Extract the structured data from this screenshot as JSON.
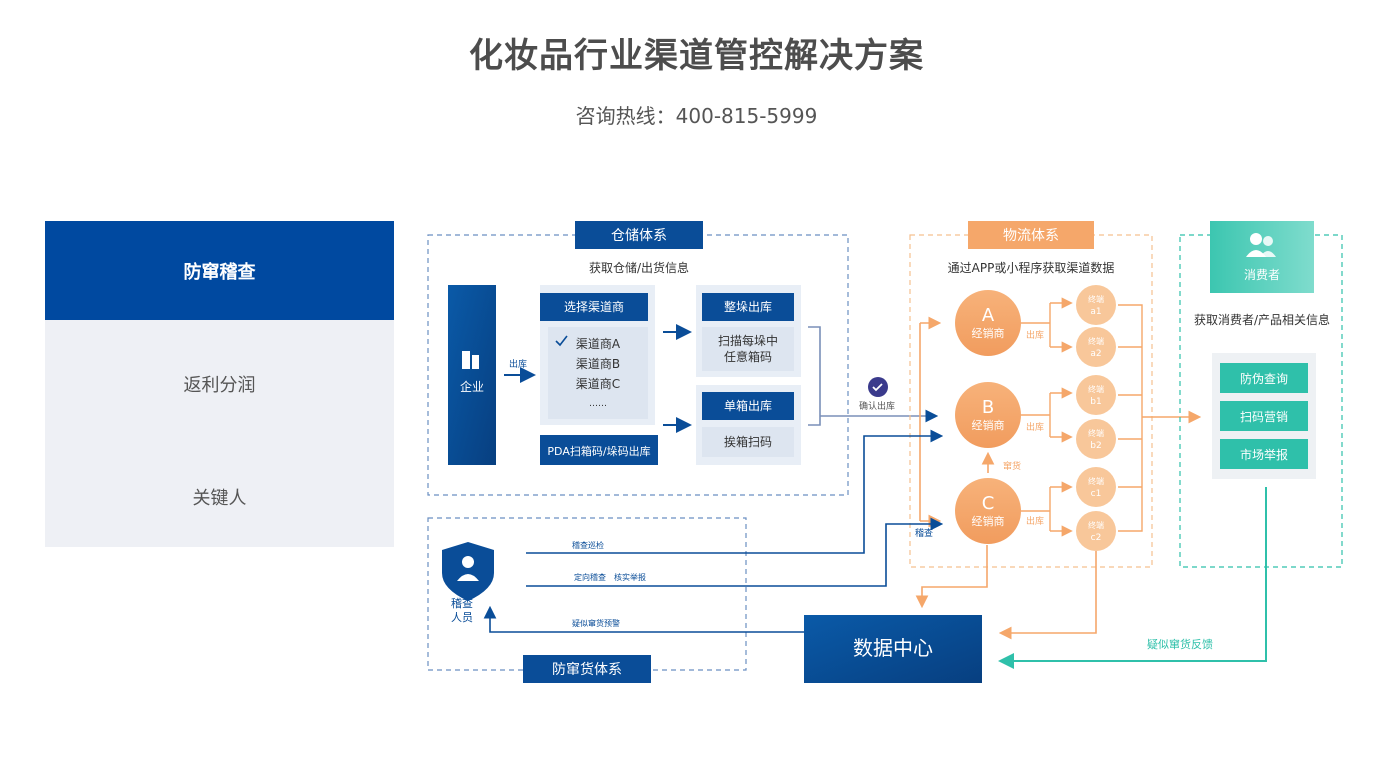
{
  "page": {
    "title": "化妆品行业渠道管控解决方案",
    "hotline": "咨询热线：400-815-5999"
  },
  "tabs": [
    {
      "label": "防窜稽查",
      "active": true
    },
    {
      "label": "返利分润",
      "active": false
    },
    {
      "label": "关键人",
      "active": false
    }
  ],
  "diagram": {
    "warehouse": {
      "title": "仓储体系",
      "subtitle": "获取仓储/出货信息",
      "enterprise": "企业",
      "out_label": "出库",
      "select_dealer": "选择渠道商",
      "dealers": [
        "渠道商A",
        "渠道商B",
        "渠道商C",
        "……"
      ],
      "pda": "PDA扫箱码/垛码出库",
      "pallet_out": "整垛出库",
      "pallet_scan": "扫描每垛中任意箱码",
      "pallet_scan_line1": "扫描每垛中",
      "pallet_scan_line2": "任意箱码",
      "box_out": "单箱出库",
      "box_scan": "挨箱扫码",
      "confirm": "确认出库"
    },
    "logistics": {
      "title": "物流体系",
      "subtitle": "通过APP或小程序获取渠道数据",
      "dealers": [
        {
          "letter": "A",
          "label": "经销商"
        },
        {
          "letter": "B",
          "label": "经销商"
        },
        {
          "letter": "C",
          "label": "经销商"
        }
      ],
      "out_label": "出库",
      "cross_label": "窜货",
      "terminals": [
        {
          "line1": "终端",
          "line2": "a1"
        },
        {
          "line1": "终端",
          "line2": "a2"
        },
        {
          "line1": "终端",
          "line2": "b1"
        },
        {
          "line1": "终端",
          "line2": "b2"
        },
        {
          "line1": "终端",
          "line2": "c1"
        },
        {
          "line1": "终端",
          "line2": "c2"
        }
      ],
      "inspect_label": "稽查"
    },
    "consumer": {
      "title": "消费者",
      "subtitle": "获取消费者/产品相关信息",
      "buttons": [
        "防伪查询",
        "扫码营销",
        "市场举报"
      ]
    },
    "anti_cross": {
      "title": "防窜货体系",
      "inspector_line1": "稽查",
      "inspector_line2": "人员",
      "patrol": "稽查巡检",
      "targeted": "定向稽查　核实举报",
      "warning": "疑似窜货预警"
    },
    "data_center": "数据中心",
    "feedback": "疑似窜货反馈"
  },
  "colors": {
    "primary_blue": "#0a4d98",
    "light_blue_bg": "#e8eef6",
    "orange": "#f5a76a",
    "orange_light": "#f8c79a",
    "teal": "#2fc0aa",
    "tab_active": "#0049a0",
    "tab_bg": "#eef0f5"
  }
}
